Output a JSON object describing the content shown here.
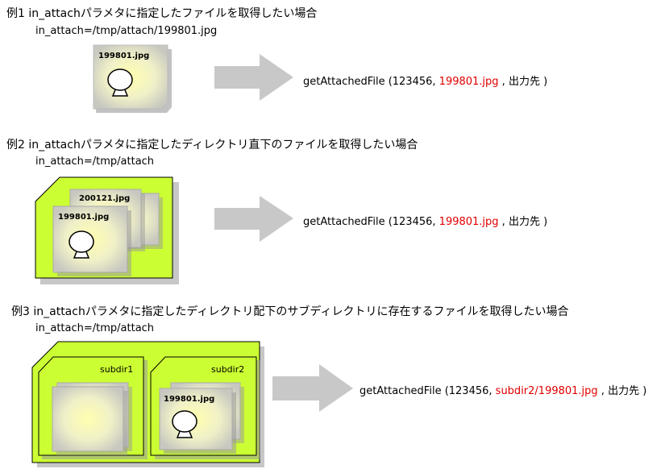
{
  "examples": [
    {
      "heading": "例1 in_attachパラメタに指定したファイルを取得したい場合",
      "param": "in_attach=/tmp/attach/199801.jpg",
      "files": [
        "199801.jpg"
      ],
      "call": {
        "prefix": "getAttachedFile (123456, ",
        "highlight": "199801.jpg",
        "suffix": " , 出力先 )"
      }
    },
    {
      "heading": "例2 in_attachパラメタに指定したディレクトリ直下のファイルを取得したい場合",
      "param": "in_attach=/tmp/attach",
      "files": [
        "200121.jpg",
        "199801.jpg"
      ],
      "call": {
        "prefix": "getAttachedFile (123456, ",
        "highlight": "199801.jpg",
        "suffix": " , 出力先 )"
      }
    },
    {
      "heading": "例3 in_attachパラメタに指定したディレクトリ配下のサブディレクトリに存在するファイルを取得したい場合",
      "param": "in_attach=/tmp/attach",
      "subdirs": [
        "subdir1",
        "subdir2"
      ],
      "files": [
        "199801.jpg"
      ],
      "call": {
        "prefix": "getAttachedFile (123456, ",
        "highlight": "subdir2/199801.jpg",
        "suffix": " , 出力先 )"
      }
    }
  ],
  "colors": {
    "folder": "#ccff33",
    "arrow": "#c8c8c8",
    "highlight": "#e00000"
  }
}
